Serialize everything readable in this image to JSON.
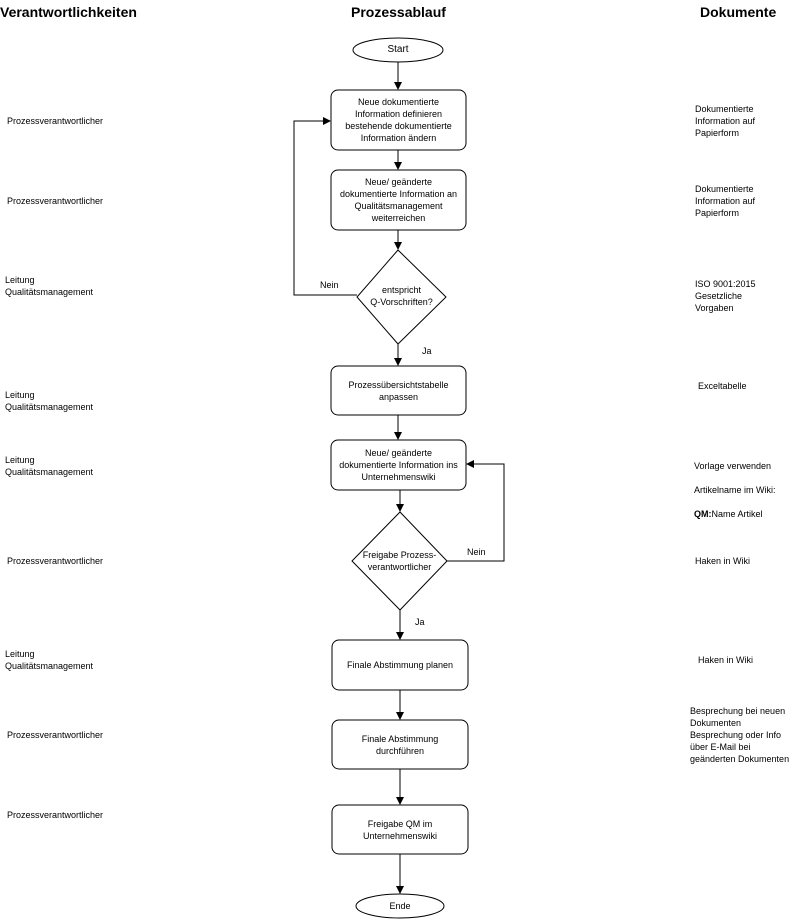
{
  "headers": {
    "responsibilities": "Verantwortlichkeiten",
    "process": "Prozessablauf",
    "documents": "Dokumente"
  },
  "nodes": {
    "start": "Start",
    "step1": "Neue dokumentierte\nInformation definieren\nbestehende dokumentierte\nInformation ändern",
    "step2": "Neue/ geänderte\ndokumentierte Information an\nQualitätsmanagement\nweiterreichen",
    "decision1": "entspricht\nQ-Vorschriften?",
    "step3": "Prozessübersichtstabelle\nanpassen",
    "step4": "Neue/ geänderte\ndokumentierte Information ins\nUnternehmenswiki",
    "decision2": "Freigabe Prozess-\nverantwortlicher",
    "step5": "Finale Abstimmung planen",
    "step6": "Finale Abstimmung\ndurchführen",
    "step7": "Freigabe QM im\nUnternehmenswiki",
    "end": "Ende"
  },
  "branches": {
    "d1_no": "Nein",
    "d1_yes": "Ja",
    "d2_no": "Nein",
    "d2_yes": "Ja"
  },
  "responsibilities": [
    "Prozessverantwortlicher",
    "Prozessverantwortlicher",
    "Leitung\nQualitätsmanagement",
    "Leitung\nQualitätsmanagement",
    "Leitung\nQualitätsmanagement",
    "Prozessverantwortlicher",
    "Leitung\nQualitätsmanagement",
    "Prozessverantwortlicher",
    "Prozessverantwortlicher"
  ],
  "documents": {
    "d1": "Dokumentierte\nInformation auf\nPapierform",
    "d2": "Dokumentierte\nInformation auf\nPapierform",
    "d3": "ISO 9001:2015\nGesetzliche\nVorgaben",
    "d4": "Exceltabelle",
    "d5_line1": "Vorlage verwenden",
    "d5_line2": "Artikelname im Wiki:",
    "d5_bold": "QM:",
    "d5_rest": "Name Artikel",
    "d6": "Haken in Wiki",
    "d7": "Haken in Wiki",
    "d8": "Besprechung bei neuen\nDokumenten\nBesprechung oder Info\nüber E-Mail bei\ngeänderten Dokumenten"
  }
}
